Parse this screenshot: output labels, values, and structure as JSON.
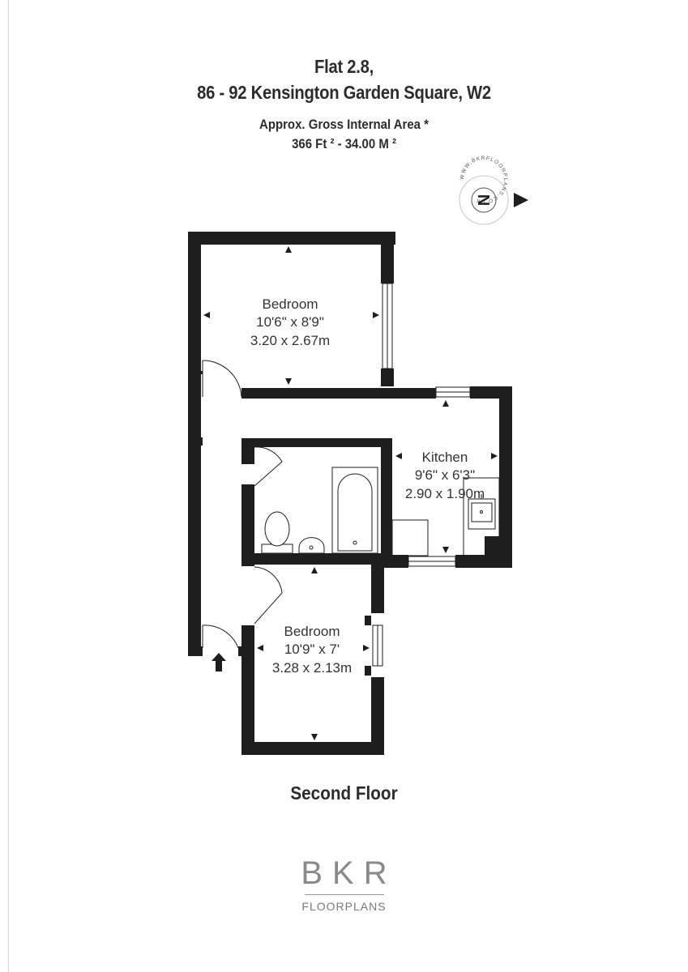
{
  "header": {
    "title_line1": "Flat 2.8,",
    "title_line2": "86 - 92 Kensington Garden Square, W2",
    "area_label": "Approx. Gross Internal Area *",
    "area_value": "366 Ft ² - 34.00 M ²"
  },
  "compass": {
    "letter": "N",
    "ring_text": "WWW.BKRFLOORPLANS.CO.UK"
  },
  "rooms": [
    {
      "name": "Bedroom",
      "imperial": "10'6\" x 8'9\"",
      "metric": "3.20 x 2.67m"
    },
    {
      "name": "Kitchen",
      "imperial": "9'6\" x 6'3\"",
      "metric": "2.90 x 1.90m"
    },
    {
      "name": "Bedroom",
      "imperial": "10'9\" x 7'",
      "metric": "3.28 x 2.13m"
    }
  ],
  "floor_label": "Second Floor",
  "logo": {
    "brand": "BKR",
    "sub": "FLOORPLANS"
  },
  "colors": {
    "wall": "#1e1e1e",
    "text": "#333333",
    "logo": "#8a8a8a"
  }
}
